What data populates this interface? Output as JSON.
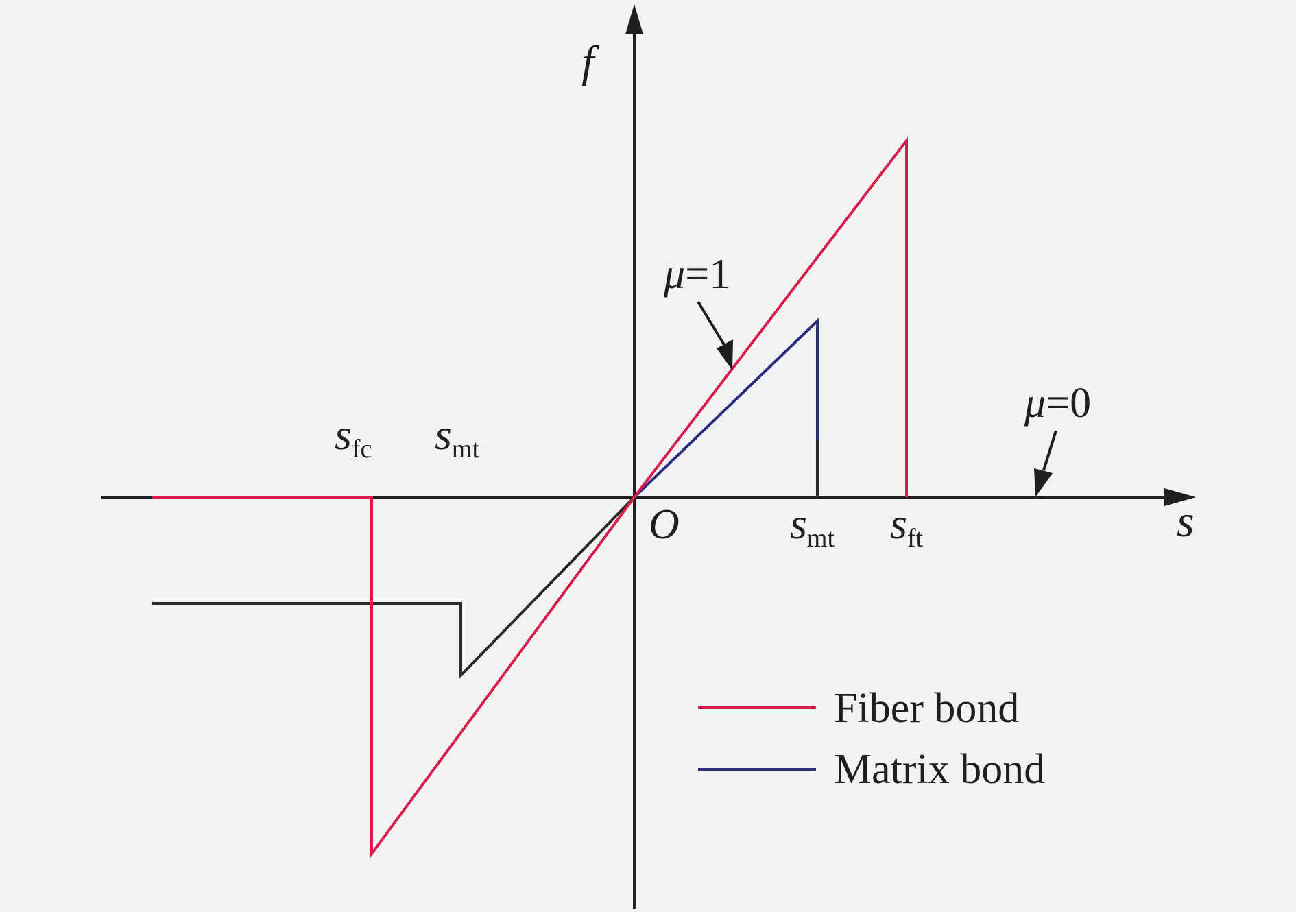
{
  "axes": {
    "y_label": "f",
    "x_label": "s",
    "origin_label": "O"
  },
  "annotations": {
    "mu1": {
      "symbol": "μ",
      "text": "=1"
    },
    "mu0": {
      "symbol": "μ",
      "text": "=0"
    }
  },
  "tick_labels": {
    "sfc": {
      "main": "s",
      "sub": "fc"
    },
    "smt_neg": {
      "main": "s",
      "sub": "mt"
    },
    "smt_pos": {
      "main": "s",
      "sub": "mt"
    },
    "sft": {
      "main": "s",
      "sub": "ft"
    }
  },
  "legend": [
    {
      "label": "Fiber bond",
      "color": "#D81F4C"
    },
    {
      "label": "Matrix bond",
      "color": "#2B2C7A"
    }
  ],
  "colors": {
    "fiber": "#D81F4C",
    "matrix": "#2B2C7A",
    "axis": "#1F1F1F",
    "background": "#F1F2F4"
  }
}
